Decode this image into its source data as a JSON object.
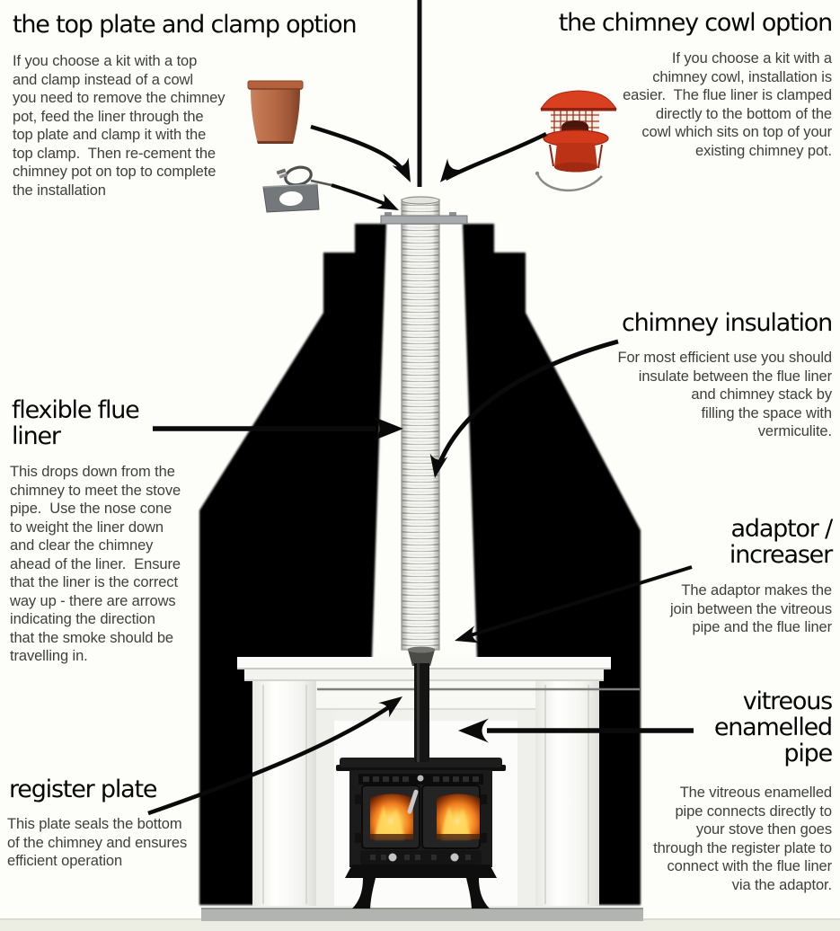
{
  "page": {
    "background_color": "#fdfdfa",
    "footer_strip_color": "#ecede3",
    "hearth_color": "#b2b4b1",
    "silhouette_color": "#050505",
    "accent_terracotta": "#b56844",
    "accent_red": "#cf3a1b",
    "fire_orange": "#f07c1d"
  },
  "labels": {
    "top_plate": {
      "heading": "the top plate and clamp option",
      "body": "If you choose a kit with a top\nand clamp instead of a cowl\nyou need to remove the chimney\npot, feed the liner through the\ntop plate and clamp it with the\ntop clamp.  Then re-cement the\nchimney pot on top to complete\nthe installation"
    },
    "cowl": {
      "heading": "the chimney cowl option",
      "body": "If you choose a kit with a\nchimney cowl, installation is\neasier.  The flue liner is clamped\ndirectly to the bottom of the\ncowl which sits on top of your\nexisting chimney pot."
    },
    "insulation": {
      "heading": "chimney insulation",
      "body": "For most efficient use you should\ninsulate between the flue liner\nand chimney stack by\nfilling the space with\nvermiculite."
    },
    "liner": {
      "heading": "flexible flue\nliner",
      "body": "This drops down from the\nchimney to meet the stove\npipe.  Use the nose cone\nto weight the liner down\nand clear the chimney\nahead of the liner.  Ensure\nthat the liner is the correct\nway up - there are arrows\nindicating the direction\nthat the smoke should be\ntravelling in."
    },
    "adaptor": {
      "heading": "adaptor /\nincreaser",
      "body": "The adaptor makes the\njoin between the vitreous\npipe and the flue liner"
    },
    "vitreous": {
      "heading": "vitreous\nenamelled\npipe",
      "body": "The vitreous enamelled\npipe connects directly to\nyour stove then goes\nthrough the register plate to\nconnect with the flue liner\nvia the adaptor."
    },
    "register": {
      "heading": "register plate",
      "body": "This plate seals the bottom\nof the chimney and ensures\nefficient operation"
    }
  },
  "diagram_icons": [
    "chimney-pot-image",
    "clamp-image",
    "top-plate-image",
    "chimney-cowl-image",
    "liner-feed-line",
    "flexible-flue-liner",
    "top-plate-bar",
    "chimney-silhouette",
    "chimney-insulation-arrow",
    "adaptor-increaser",
    "vitreous-pipe",
    "register-plate-line",
    "fireplace-mantel",
    "wood-stove",
    "fire-glow",
    "hearth",
    "footer-strip"
  ]
}
